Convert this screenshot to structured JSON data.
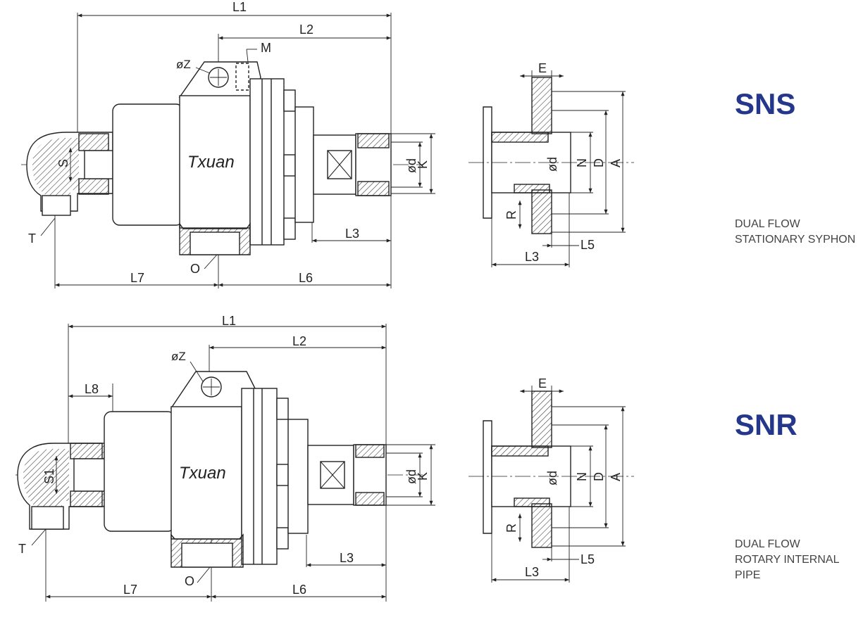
{
  "models": {
    "sns": {
      "name": "SNS",
      "caption_line1": "DUAL FLOW",
      "caption_line2": "STATIONARY SYPHON",
      "side_labels": {
        "L1": "L1",
        "L2": "L2",
        "M": "M",
        "Z": "øZ",
        "S": "S",
        "T": "T",
        "L3": "L3",
        "O": "O",
        "L7": "L7",
        "L6": "L6",
        "d": "ød",
        "K": "K",
        "brand": "Txuan"
      },
      "end_labels": {
        "E": "E",
        "d": "ød",
        "N": "N",
        "D": "D",
        "A": "A",
        "R": "R",
        "L5": "L5",
        "L3": "L3"
      }
    },
    "snr": {
      "name": "SNR",
      "caption_line1": "DUAL FLOW",
      "caption_line2": "ROTARY INTERNAL PIPE",
      "side_labels": {
        "L1": "L1",
        "L2": "L2",
        "Z": "øZ",
        "L8": "L8",
        "S1": "S1",
        "T": "T",
        "L3": "L3",
        "O": "O",
        "L7": "L7",
        "L6": "L6",
        "d": "ød",
        "K": "K",
        "brand": "Txuan"
      },
      "end_labels": {
        "E": "E",
        "d": "ød",
        "N": "N",
        "D": "D",
        "A": "A",
        "R": "R",
        "L5": "L5",
        "L3": "L3"
      }
    }
  },
  "colors": {
    "line": "#222222",
    "model_text": "#24378a",
    "caption": "#444444"
  }
}
